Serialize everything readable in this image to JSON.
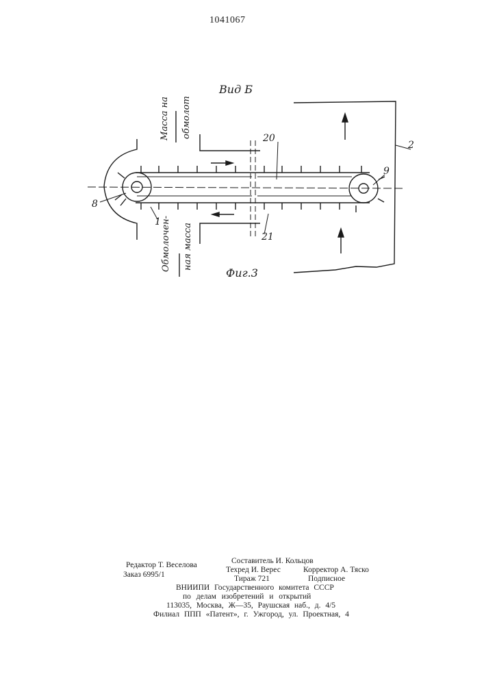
{
  "patent_number": "1041067",
  "figure": {
    "view_label": "Вид Б",
    "caption": "Фиг.3",
    "label_in_top": "Масса на",
    "label_in_bottom": "обмолот",
    "label_out_top": "Обмолочен-",
    "label_out_bottom": "ная масса",
    "callouts": {
      "c1": "1",
      "c2": "2",
      "c8": "8",
      "c9": "9",
      "c20": "20",
      "c21": "21"
    }
  },
  "imprint": {
    "editor": "Редактор Т. Веселова",
    "order": "Заказ 6995/1",
    "compiler": "Составитель И. Кольцов",
    "techred": "Техред И. Верес",
    "circulation": "Тираж 721",
    "corrector": "Корректор А. Тяско",
    "subscription": "Подписное",
    "line_vniipi": "ВНИИПИ Государственного комитета СССР",
    "line_affairs": "по делам изобретений и открытий",
    "line_address": "113035, Москва, Ж—35, Раушская наб., д. 4/5",
    "line_branch": "Филиал ППП «Патент», г. Ужгород, ул. Проектная, 4"
  }
}
